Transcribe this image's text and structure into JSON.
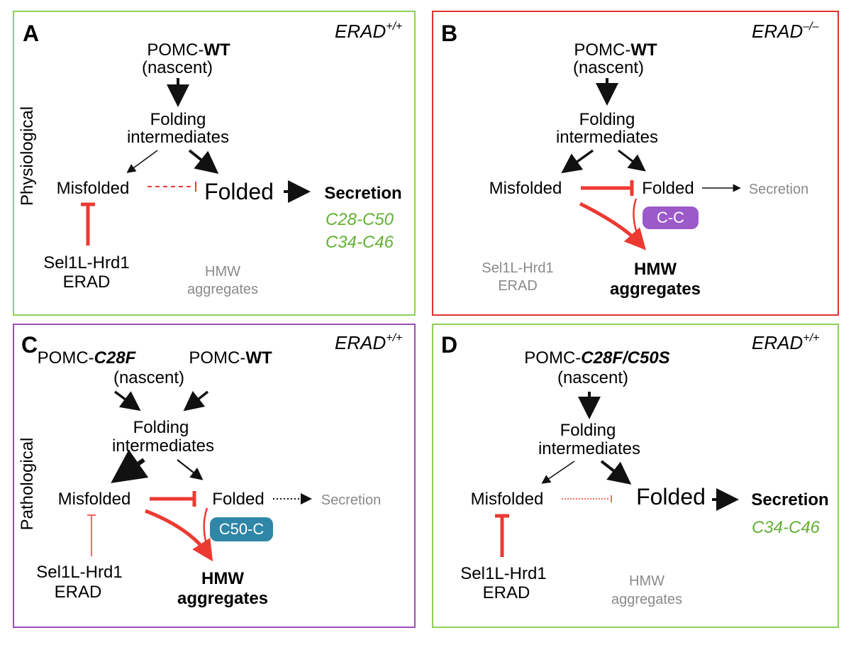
{
  "colors": {
    "physiological_border": "#8cd05a",
    "pathological_border": "#9a4fb5",
    "erad_ko_border": "#e0332e",
    "inhibition_red": "#ec3a32",
    "green_text": "#62b133",
    "gray_text": "#8a8a8a",
    "badge_cc": "#9b59c9",
    "badge_c50c": "#2f86a6"
  },
  "side_labels": {
    "top": "Physiological",
    "bottom": "Pathological"
  },
  "panels": {
    "A": {
      "letter": "A",
      "erad": "ERAD",
      "erad_sup": "+/+",
      "pomc_prefix": "POMC-",
      "pomc_variant": "WT",
      "nascent": "(nascent)",
      "folding_line1": "Folding",
      "folding_line2": "intermediates",
      "misfolded": "Misfolded",
      "folded": "Folded",
      "secretion": "Secretion",
      "bonds": [
        "C28-C50",
        "C34-C46"
      ],
      "erad_line1": "Sel1L-Hrd1",
      "erad_line2": "ERAD",
      "hmw_line1": "HMW",
      "hmw_line2": "aggregates"
    },
    "B": {
      "letter": "B",
      "erad": "ERAD",
      "erad_sup": "–/–",
      "pomc_prefix": "POMC-",
      "pomc_variant": "WT",
      "nascent": "(nascent)",
      "folding_line1": "Folding",
      "folding_line2": "intermediates",
      "misfolded": "Misfolded",
      "folded": "Folded",
      "secretion": "Secretion",
      "badge": "C-C",
      "erad_line1": "Sel1L-Hrd1",
      "erad_line2": "ERAD",
      "hmw_line1": "HMW",
      "hmw_line2": "aggregates"
    },
    "C": {
      "letter": "C",
      "erad": "ERAD",
      "erad_sup": "+/+",
      "pomc_prefix": "POMC-",
      "pomc_variant": "C28F",
      "pomc2_prefix": "POMC-",
      "pomc2_variant": "WT",
      "nascent": "(nascent)",
      "folding_line1": "Folding",
      "folding_line2": "intermediates",
      "misfolded": "Misfolded",
      "folded": "Folded",
      "secretion": "Secretion",
      "badge": "C50-C",
      "erad_line1": "Sel1L-Hrd1",
      "erad_line2": "ERAD",
      "hmw_line1": "HMW",
      "hmw_line2": "aggregates"
    },
    "D": {
      "letter": "D",
      "erad": "ERAD",
      "erad_sup": "+/+",
      "pomc_prefix": "POMC-",
      "pomc_variant": "C28F/C50S",
      "nascent": "(nascent)",
      "folding_line1": "Folding",
      "folding_line2": "intermediates",
      "misfolded": "Misfolded",
      "folded": "Folded",
      "secretion": "Secretion",
      "bonds": [
        "C34-C46"
      ],
      "erad_line1": "Sel1L-Hrd1",
      "erad_line2": "ERAD",
      "hmw_line1": "HMW",
      "hmw_line2": "aggregates"
    }
  }
}
